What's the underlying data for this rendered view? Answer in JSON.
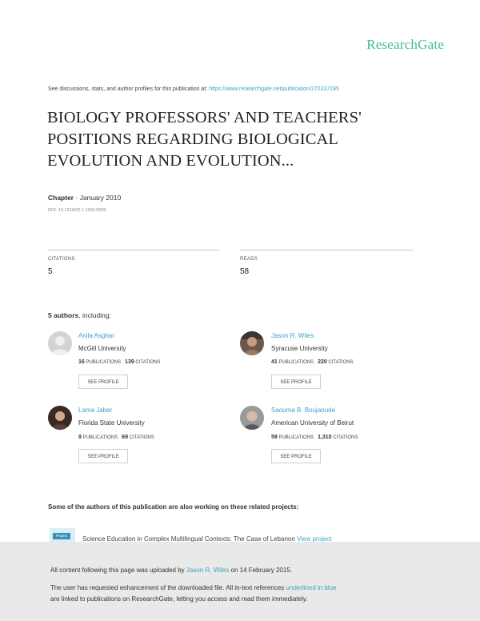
{
  "brand": "ResearchGate",
  "discuss": {
    "text": "See discussions, stats, and author profiles for this publication at:",
    "url": "https://www.researchgate.net/publication/272237285"
  },
  "title": "BIOLOGY PROFESSORS' AND TEACHERS' POSITIONS REGARDING BIOLOGICAL EVOLUTION AND EVOLUTION...",
  "chapter": {
    "type": "Chapter",
    "date": "· January 2010"
  },
  "doi": "DOI: 10.13140/2.1.1556.5609",
  "stats": {
    "citations_label": "CITATIONS",
    "citations": "5",
    "reads_label": "READS",
    "reads": "58"
  },
  "authors_head": {
    "count": "5 authors",
    "suffix": ", including:"
  },
  "authors": [
    {
      "name": "Anila Asghar",
      "inst": "McGill University",
      "pubs": "16",
      "pubs_label": "PUBLICATIONS",
      "cites": "139",
      "cites_label": "CITATIONS",
      "button": "SEE PROFILE"
    },
    {
      "name": "Jason R. Wiles",
      "inst": "Syracuse University",
      "pubs": "41",
      "pubs_label": "PUBLICATIONS",
      "cites": "220",
      "cites_label": "CITATIONS",
      "button": "SEE PROFILE"
    },
    {
      "name": "Lama Jaber",
      "inst": "Florida State University",
      "pubs": "9",
      "pubs_label": "PUBLICATIONS",
      "cites": "69",
      "cites_label": "CITATIONS",
      "button": "SEE PROFILE"
    },
    {
      "name": "Saouma B. Boujaoude",
      "inst": "American University of Beirut",
      "pubs": "59",
      "pubs_label": "PUBLICATIONS",
      "cites": "1,310",
      "cites_label": "CITATIONS",
      "button": "SEE PROFILE"
    }
  ],
  "related_head": "Some of the authors of this publication are also working on these related projects:",
  "project": {
    "icon_label": "Project",
    "title": "Science Education in Complex Multilingual Contexts: The Case of Lebanon",
    "link": "View project"
  },
  "footer": {
    "uploaded_prefix": "All content following this page was uploaded by",
    "uploader": "Jason R. Wiles",
    "uploaded_suffix": "on 14 February 2015.",
    "line2_prefix": "The user has requested enhancement of the downloaded file. All in-text references",
    "line2_link": "underlined in blue",
    "line3": "are linked to publications on ResearchGate, letting you access and read them immediately."
  },
  "colors": {
    "brand": "#40ba9b",
    "link": "#40a0c8",
    "footer_bg": "#e9e9e9"
  }
}
